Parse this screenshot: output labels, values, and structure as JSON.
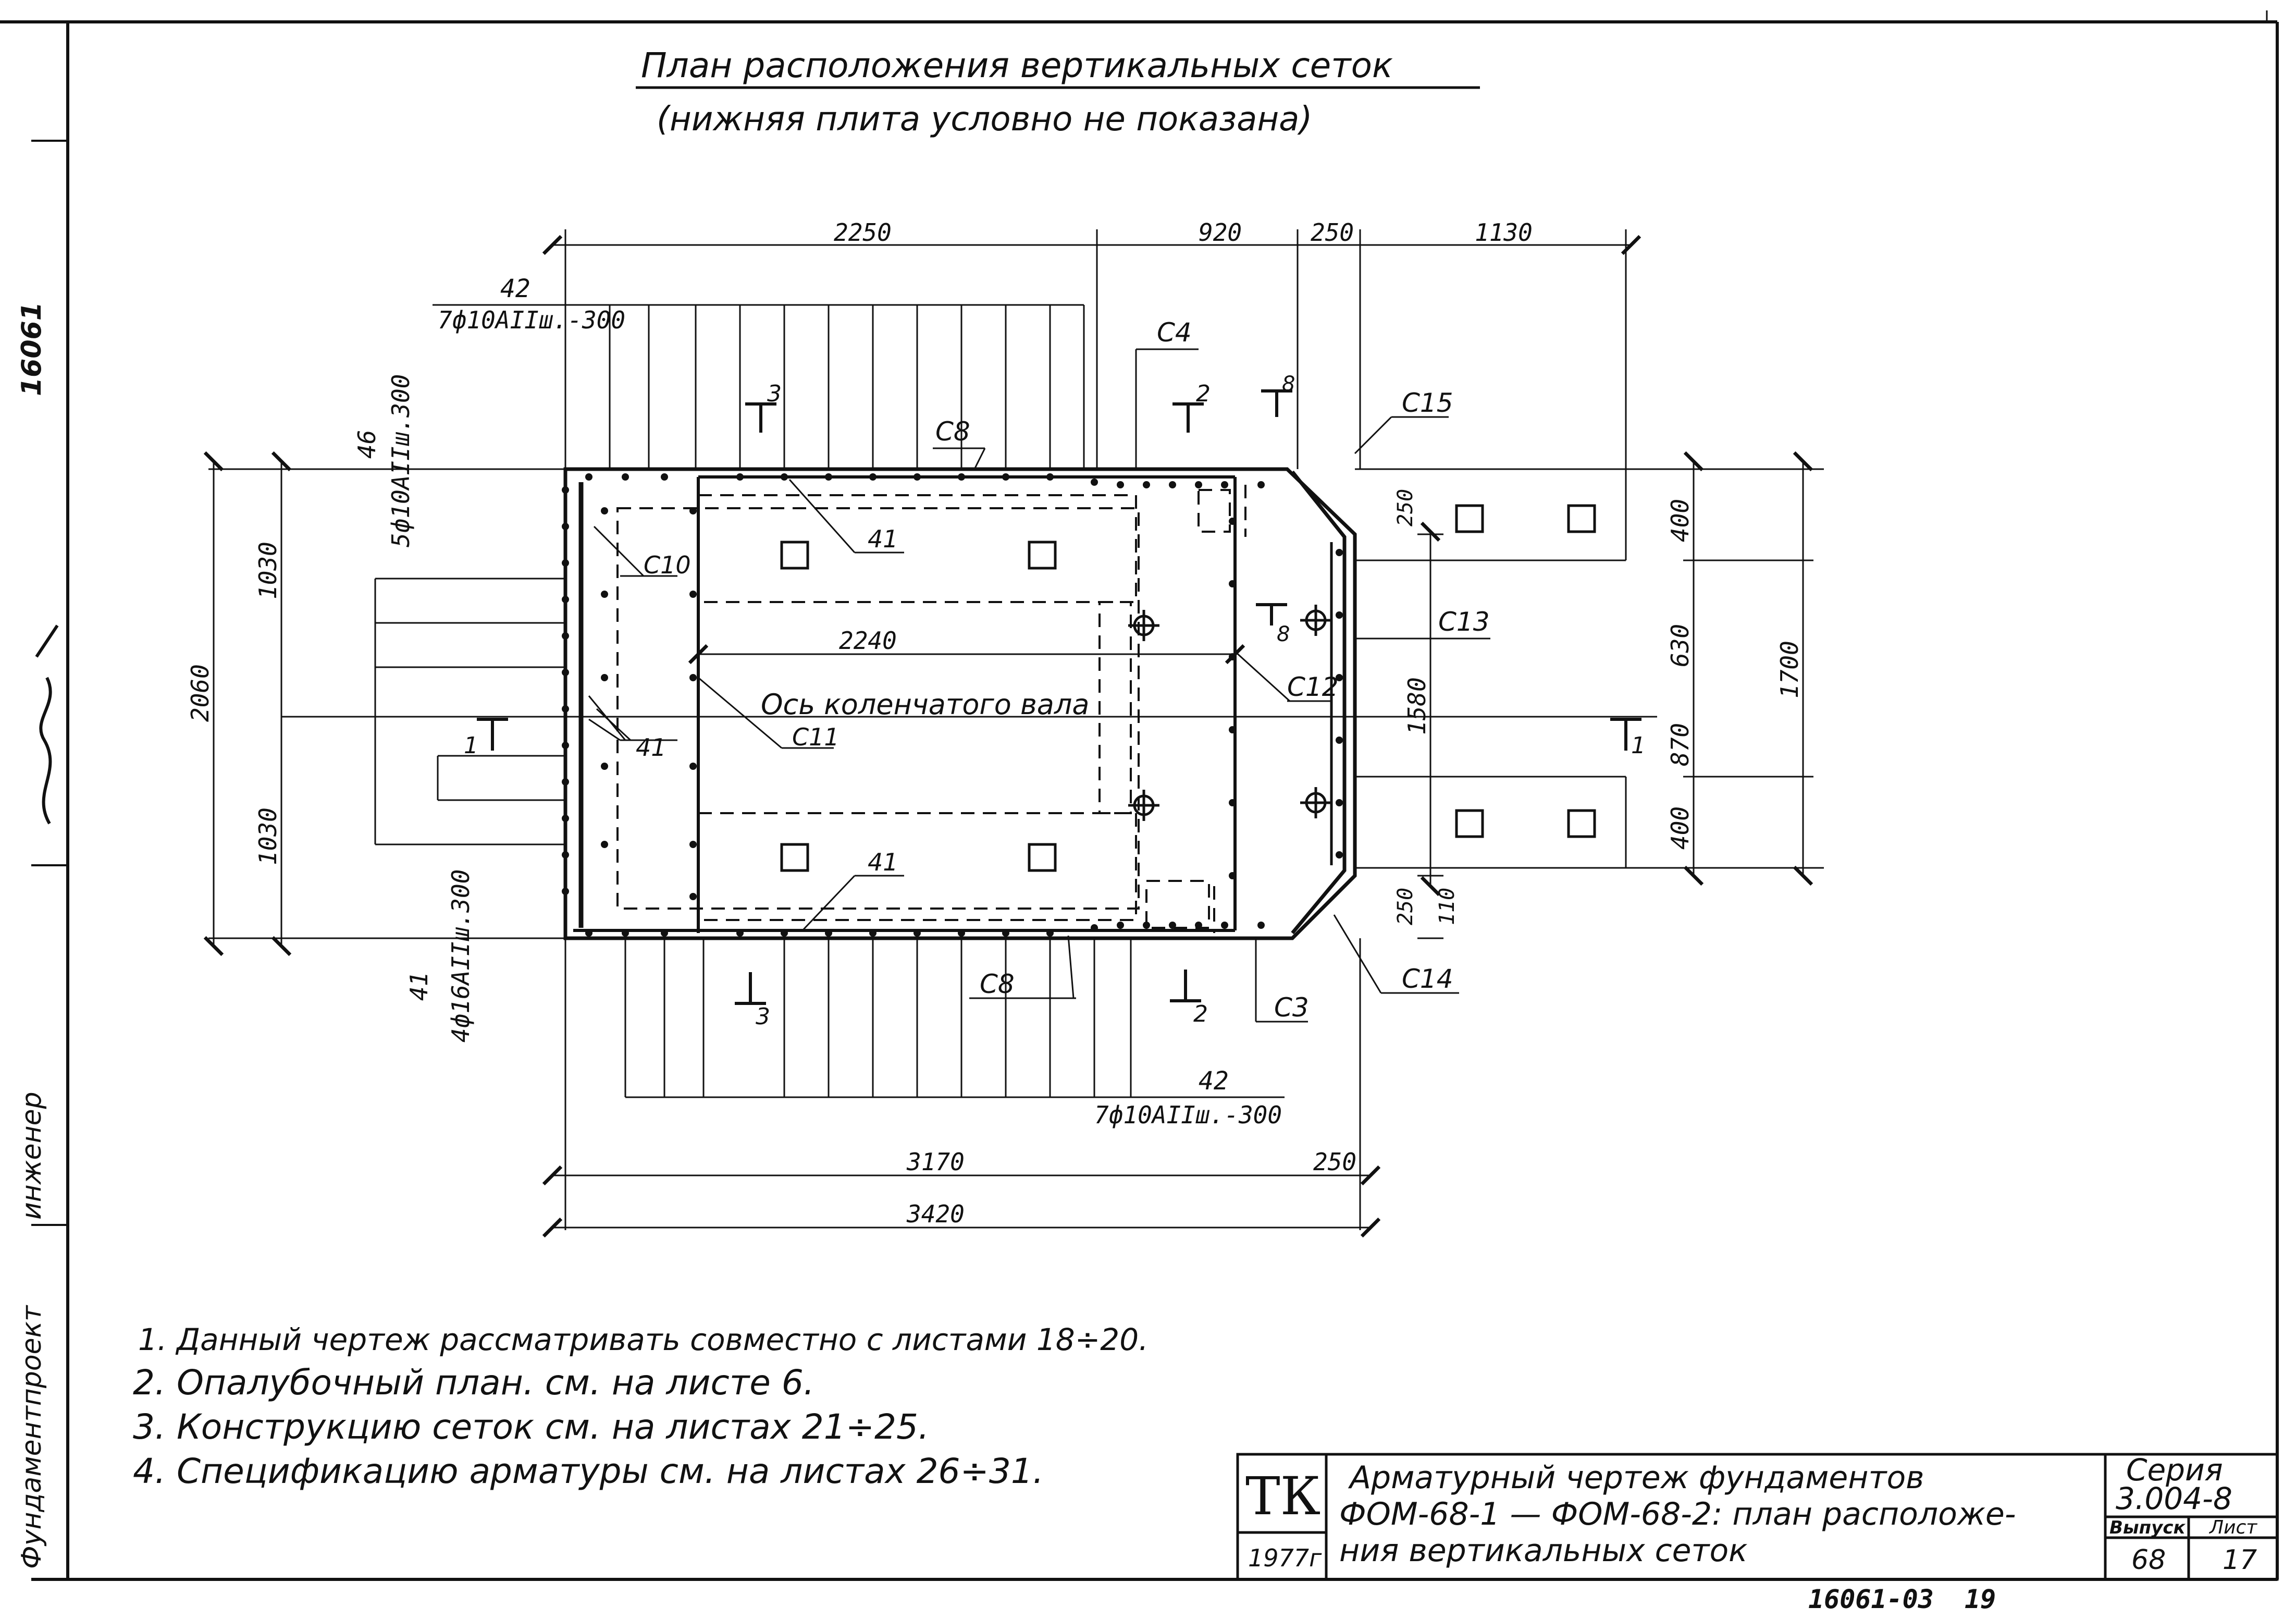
{
  "title": {
    "line1": "План расположения вертикальных сеток",
    "line2": "(нижняя плита условно не показана)"
  },
  "dims": {
    "top": [
      "2250",
      "920",
      "250",
      "1130"
    ],
    "bottom_1": "3170",
    "bottom_2": "250",
    "bottom_total": "3420",
    "left_outer": "2060",
    "left_upper": "1030",
    "left_lower": "1030",
    "right_outer": "1700",
    "right_segments": [
      "400",
      "630",
      "870",
      "400"
    ],
    "inner_right": "1580",
    "small_250_top": "250",
    "small_250_bottom": "250",
    "small_110": "110",
    "inner_2240": "2240"
  },
  "callouts": {
    "top_rebar_num": "42",
    "top_rebar_spec": "7ф10АIIш.-300",
    "bottom_rebar_num": "42",
    "bottom_rebar_spec": "7ф10АIIш.-300",
    "left_top_num": "46",
    "left_top_spec": "5ф10АIIш.300",
    "left_bottom_num": "41",
    "left_bottom_spec": "4ф16АIIш.300",
    "axis_label": "Ось коленчатого вала"
  },
  "labels": {
    "c3": "C3",
    "c4": "C4",
    "c8_top": "C8",
    "c8_bottom": "C8",
    "c10": "C10",
    "c11": "C11",
    "c12": "C12",
    "c13": "C13",
    "c14": "C14",
    "c15": "C15",
    "l41_a": "41",
    "l41_b": "41",
    "l41_c": "41"
  },
  "sections": {
    "s1_left": "1",
    "s1_right": "1",
    "s2_top": "2",
    "s2_bottom": "2",
    "s3_top": "3",
    "s3_bottom": "3",
    "s8_top": "8",
    "s8_mid": "8"
  },
  "notes": [
    "1. Данный чертеж рассматривать совместно с листами 18÷20.",
    "2. Опалубочный план. см. на листе 6.",
    "3. Конструкцию сеток см. на листах 21÷25.",
    "4. Спецификацию арматуры см. на листах 26÷31."
  ],
  "stamp": {
    "org": "ТК",
    "year": "1977г",
    "title_1": "Арматурный чертеж фундаментов",
    "title_2": "ФОМ-68-1 — ФОМ-68-2: план расположе-",
    "title_3": "ния вертикальных сеток",
    "series_label": "Серия",
    "series_value": "3.004-8",
    "issue_label": "Выпуск",
    "issue_value": "68",
    "sheet_label": "Лист",
    "sheet_value": "17"
  },
  "footer": {
    "code": "16061-03",
    "page": "19"
  },
  "side_strip": {
    "line1": "Фундаментпроект",
    "line2": "инженер",
    "number": "16061"
  }
}
